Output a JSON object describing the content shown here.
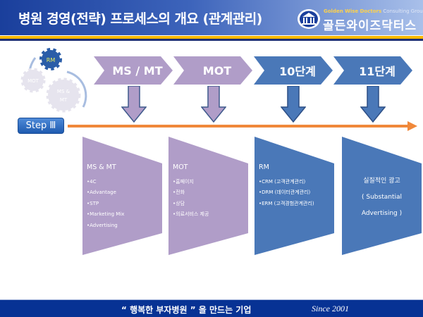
{
  "header": {
    "title": "병원 경영(전략) 프로세스의 개요 (관계관리)",
    "logo_en_brand": "Golden Wise Doctors",
    "logo_en_suffix": " Consulting Group",
    "logo_ko": "골든와이즈닥터스"
  },
  "gears": {
    "top": "RM",
    "left": "MOT",
    "right_line1": "MS &",
    "right_line2": "MT"
  },
  "step_button": "Step Ⅲ",
  "stages": [
    {
      "label": "MS / MT",
      "color": "#b09dc8"
    },
    {
      "label": "MOT",
      "color": "#b09dc8"
    },
    {
      "label": "10단계",
      "color": "#4a78b8"
    },
    {
      "label": "11단계",
      "color": "#4a78b8"
    }
  ],
  "cards": [
    {
      "title": "MS & MT",
      "items": [
        "•4C",
        "•Advantage",
        "•STP",
        "•Marketing Mix",
        "•Advertising"
      ]
    },
    {
      "title": "MOT",
      "items": [
        "•홈페이지",
        "•전화",
        "•상담",
        "•의료서비스 제공"
      ]
    },
    {
      "title": "RM",
      "items": [
        "•CRM (고객관계관리)",
        "•DRM (데이터관계관리)",
        "•ERM (고객경험관계관리)"
      ]
    },
    {
      "lines": [
        "실질적인 광고",
        "( Substantial",
        "Advertising )"
      ]
    }
  ],
  "footer": {
    "slogan": "“ 행복한 부자병원 ” 을 만드는 기업",
    "since": "Since 2001"
  }
}
